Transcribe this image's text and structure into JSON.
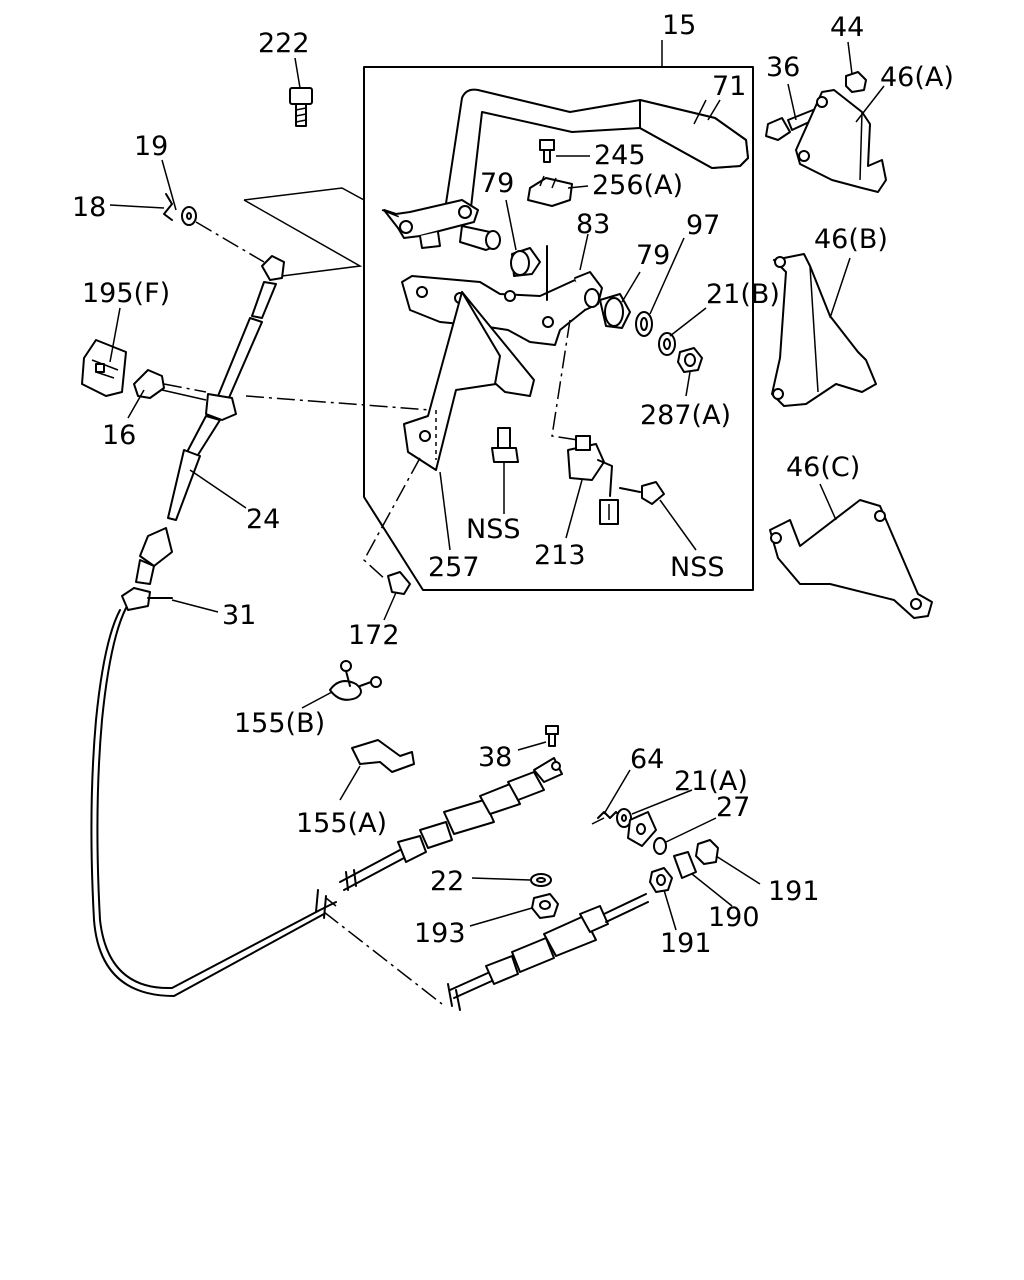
{
  "labels": {
    "l15": "15",
    "l222": "222",
    "l44": "44",
    "l36": "36",
    "l46a": "46(A)",
    "l71": "71",
    "l19": "19",
    "l18": "18",
    "l245": "245",
    "l256a": "256(A)",
    "l79a": "79",
    "l83": "83",
    "l97": "97",
    "l79b": "79",
    "l21b": "21(B)",
    "l195f": "195(F)",
    "l46b": "46(B)",
    "l287a": "287(A)",
    "l16": "16",
    "l24": "24",
    "l46c": "46(C)",
    "l nss1": "NSS",
    "l213": "213",
    "lnss2": "NSS",
    "l257": "257",
    "l31": "31",
    "l172": "172",
    "l155b": "155(B)",
    "l38": "38",
    "l64": "64",
    "l21a": "21(A)",
    "l27": "27",
    "l155a": "155(A)",
    "l22": "22",
    "l191a": "191",
    "l190": "190",
    "l193": "193",
    "l191b": "191"
  }
}
